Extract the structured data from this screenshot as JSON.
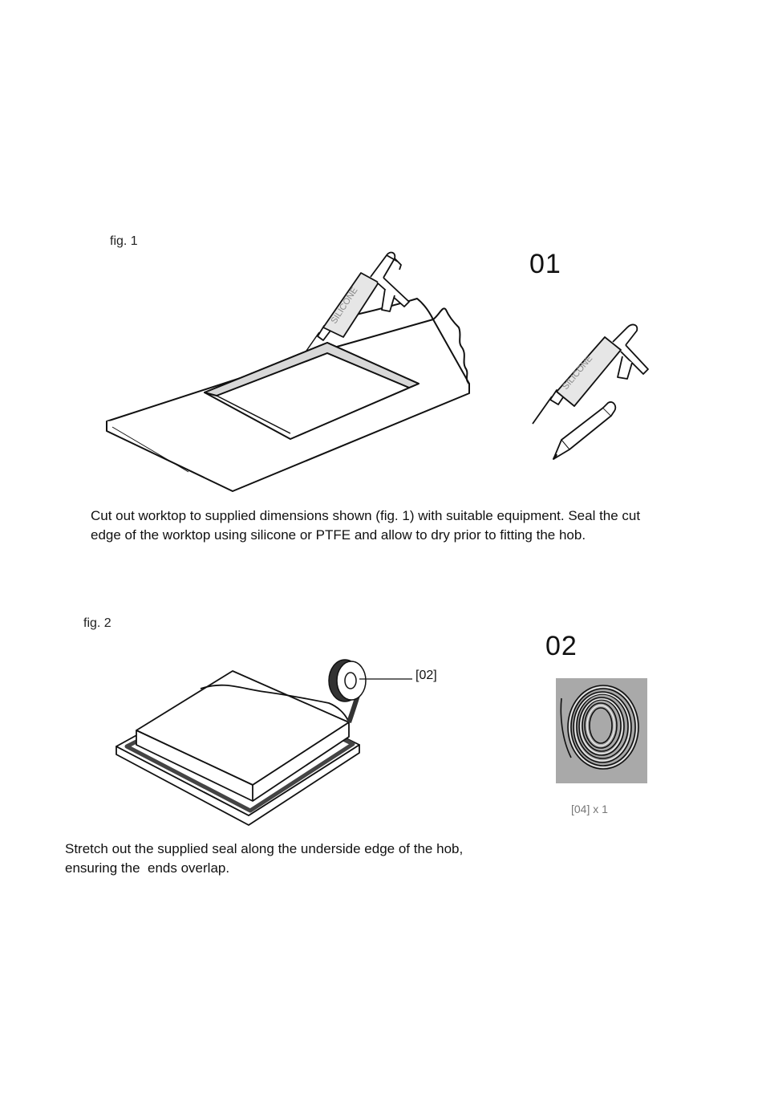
{
  "section1": {
    "fig_label": "fig. 1",
    "step_number": "01",
    "silicone_label": "SILICONE",
    "instruction_line1": "Cut out worktop to supplied dimensions shown (fig. 1) with suitable equipment. Seal the cut",
    "instruction_line2": "edge of the worktop using silicone or PTFE and allow to dry prior to fitting the hob."
  },
  "section2": {
    "fig_label": "fig. 2",
    "step_number": "02",
    "callout": "[02]",
    "quantity": "[04] x 1",
    "instruction_line1": "Stretch out the supplied seal along the underside edge of the hob,",
    "instruction_line2": "ensuring the  ends overlap."
  },
  "colors": {
    "line": "#111111",
    "seal_fill": "#d8d8d8",
    "gray_panel": "#a9a9a9",
    "seal_band": "#555555"
  }
}
